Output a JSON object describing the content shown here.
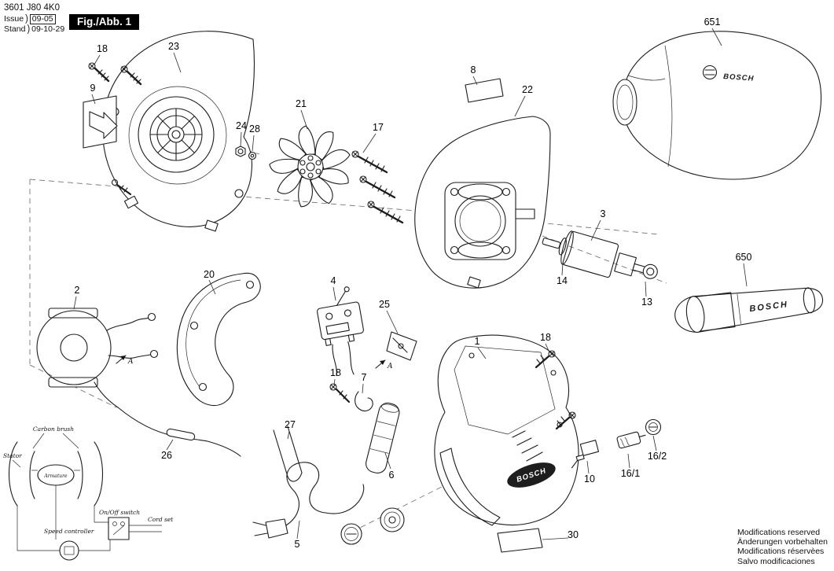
{
  "doc": {
    "part_number": "3601 J80 4K0",
    "issue_label": "Issue",
    "issue_value": "09-05",
    "stand_label": "Stand",
    "stand_value": "09-10-29",
    "figure_label": "Fig./Abb. 1"
  },
  "brand": {
    "name": "BOSCH"
  },
  "footer": {
    "line1": "Modifications reserved",
    "line2": "Änderungen vorbehalten",
    "line3": "Modifications réservèes",
    "line4": "Salvo modificaciones"
  },
  "callouts": [
    {
      "label": "651"
    },
    {
      "label": "18"
    },
    {
      "label": "23"
    },
    {
      "label": "9"
    },
    {
      "label": "21"
    },
    {
      "label": "24"
    },
    {
      "label": "28"
    },
    {
      "label": "17"
    },
    {
      "label": "8"
    },
    {
      "label": "22"
    },
    {
      "label": "3"
    },
    {
      "label": "14"
    },
    {
      "label": "13"
    },
    {
      "label": "650"
    },
    {
      "label": "2"
    },
    {
      "label": "20"
    },
    {
      "label": "4"
    },
    {
      "label": "25"
    },
    {
      "label": "18"
    },
    {
      "label": "7"
    },
    {
      "label": "6"
    },
    {
      "label": "1"
    },
    {
      "label": "18"
    },
    {
      "label": "10"
    },
    {
      "label": "16/1"
    },
    {
      "label": "16/2"
    },
    {
      "label": "27"
    },
    {
      "label": "26"
    },
    {
      "label": "5"
    },
    {
      "label": "30"
    }
  ],
  "schematic": {
    "carbon_brush": "Carbon brush",
    "stator": "Stator",
    "armature": "Armature",
    "on_off_switch": "On/Off switch",
    "speed_controller": "Speed controller",
    "cord_set": "Cord set"
  },
  "section_markers": {
    "a1": "A",
    "a2": "A"
  }
}
